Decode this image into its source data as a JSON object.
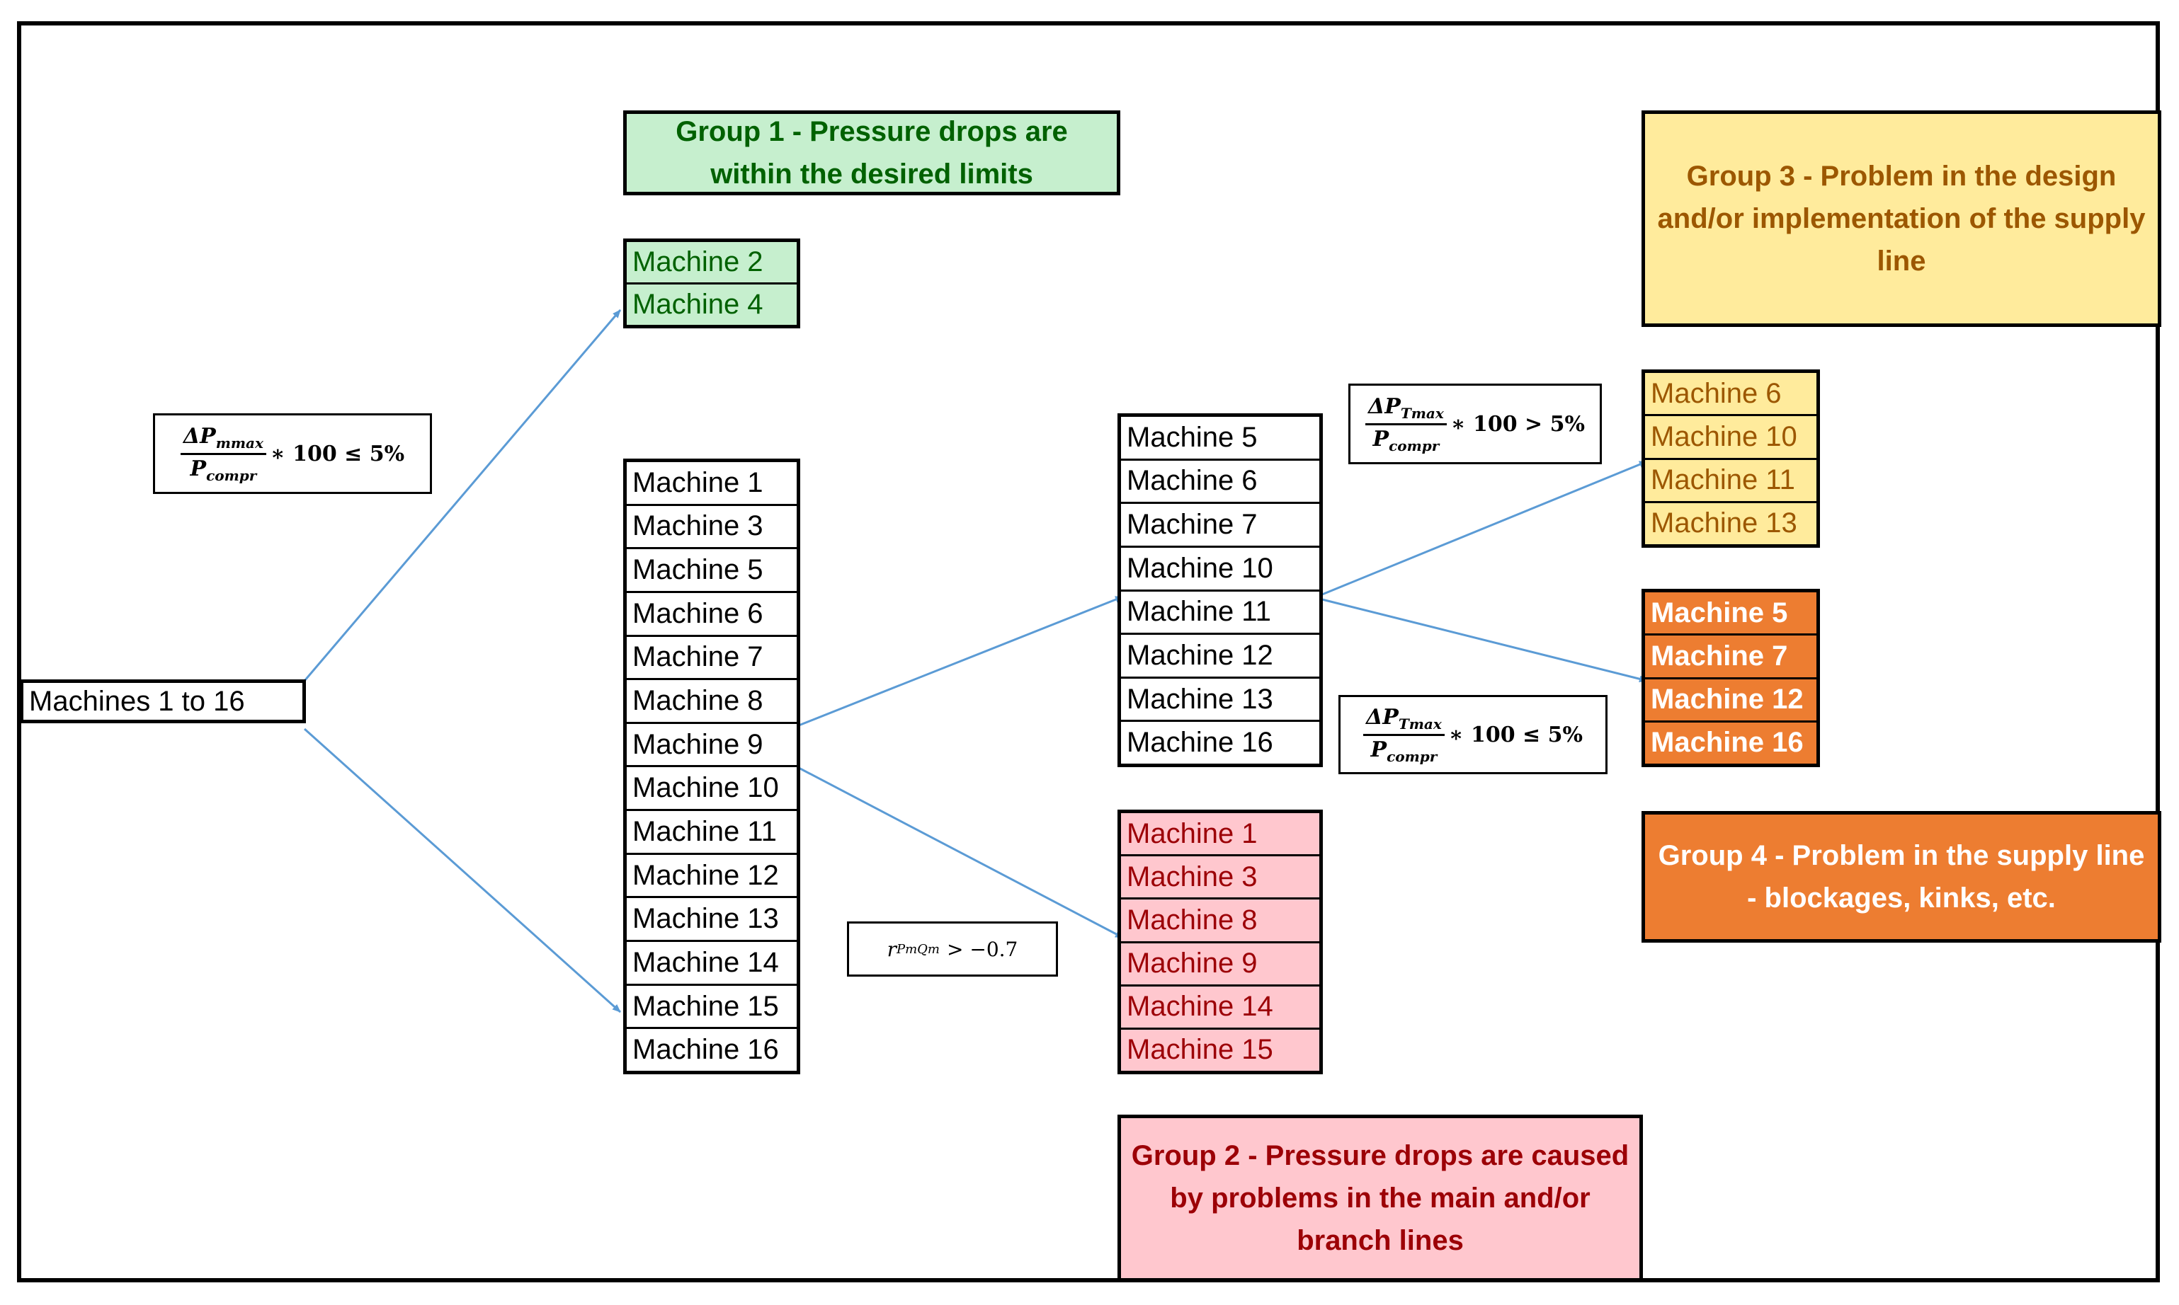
{
  "colors": {
    "arrow": "#5b9bd5",
    "group1_fill": "#c6efce",
    "group1_text": "#006100",
    "group2_fill": "#ffc7ce",
    "group2_text": "#9c0006",
    "group3_fill": "#ffeb9c",
    "group3_text": "#9c5700",
    "group4_fill": "#ed7d31",
    "group4_text": "#ffffff"
  },
  "root": {
    "label": "Machines 1 to 16"
  },
  "groups": {
    "group1": "Group 1 - Pressure drops are within the desired limits",
    "group2": "Group 2 - Pressure drops are caused by problems in the main and/or branch lines",
    "group3": "Group 3 - Problem in the design and/or implementation of the supply line",
    "group4": "Group 4 - Problem in the supply line - blockages, kinks, etc."
  },
  "lists": {
    "group1_machines": [
      "Machine 2",
      "Machine 4"
    ],
    "remaining_machines": [
      "Machine 1",
      "Machine 3",
      "Machine 5",
      "Machine 6",
      "Machine 7",
      "Machine 8",
      "Machine 9",
      "Machine 10",
      "Machine 11",
      "Machine 12",
      "Machine 13",
      "Machine 14",
      "Machine 15",
      "Machine 16"
    ],
    "line_machines": [
      "Machine 5",
      "Machine 6",
      "Machine 7",
      "Machine 10",
      "Machine 11",
      "Machine 12",
      "Machine 13",
      "Machine 16"
    ],
    "group2_machines": [
      "Machine 1",
      "Machine 3",
      "Machine 8",
      "Machine 9",
      "Machine 14",
      "Machine 15"
    ],
    "group3_machines": [
      "Machine 6",
      "Machine 10",
      "Machine 11",
      "Machine 13"
    ],
    "group4_machines": [
      "Machine 5",
      "Machine 7",
      "Machine 12",
      "Machine 16"
    ]
  },
  "conditions": {
    "c1": {
      "num": "ΔP",
      "num_sub": "mmax",
      "den": "P",
      "den_sub": "compr",
      "rhs": "∗ 100 ≤ 5%"
    },
    "c2": {
      "base": "r",
      "sub": "PmQm",
      "rhs": "> −0.7"
    },
    "c3": {
      "num": "ΔP",
      "num_sub": "Tmax",
      "den": "P",
      "den_sub": "compr",
      "rhs": "∗ 100 > 5%"
    },
    "c4": {
      "num": "ΔP",
      "num_sub": "Tmax",
      "den": "P",
      "den_sub": "compr",
      "rhs": "∗ 100 ≤ 5%"
    }
  }
}
